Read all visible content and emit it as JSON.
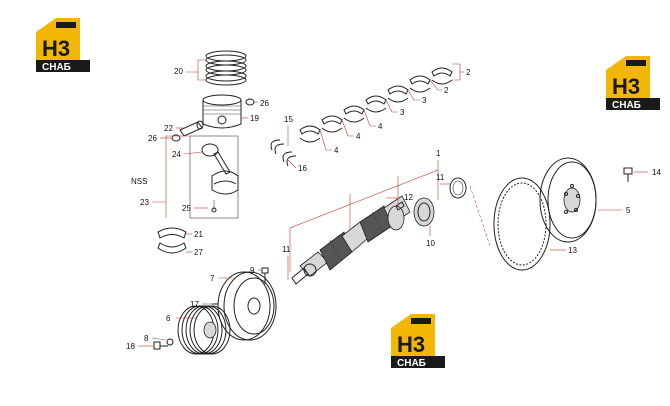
{
  "watermark": {
    "main": "H3",
    "sub": "СНАБ"
  },
  "callouts": {
    "c1": "1",
    "c2": "2",
    "c3": "3",
    "c4": "4",
    "c5": "5",
    "c6": "6",
    "c7": "7",
    "c8": "8",
    "c9": "9",
    "c10": "10",
    "c11": "11",
    "c12": "12",
    "c13": "13",
    "c14": "14",
    "c15": "15",
    "c16": "16",
    "c17": "17",
    "c18": "18",
    "c19": "19",
    "c20": "20",
    "c21": "21",
    "c22": "22",
    "c23": "23",
    "c24": "24",
    "c25": "25",
    "c26": "26",
    "c27": "27",
    "nss": "NSS"
  }
}
